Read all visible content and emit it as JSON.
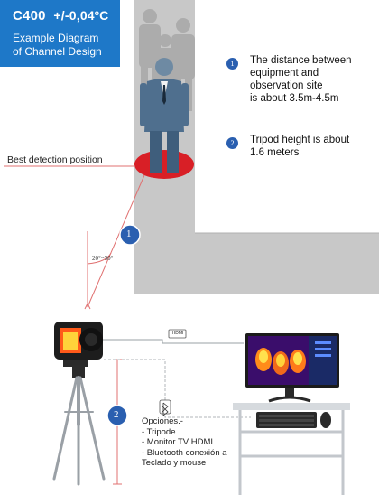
{
  "title": {
    "model": "C400",
    "accuracy": "+/-0,04ºC",
    "line1": "Example Diagram",
    "line2": "of Channel Design"
  },
  "notes": [
    {
      "number": "1",
      "lines": [
        "The distance between",
        "equipment and",
        "observation site",
        "is about 3.5m-4.5m"
      ]
    },
    {
      "number": "2",
      "lines": [
        "Tripod height is about",
        "1.6 meters"
      ]
    }
  ],
  "best_detection_label": "Best detection position",
  "angle_label": "20°~30°",
  "markers": {
    "distance": "1",
    "height": "2"
  },
  "hdmi_label": "HDMI",
  "options": {
    "title": "Opciones.-",
    "items": [
      "- Tripode",
      "- Monitor TV HDMI",
      "- Bluetooth conexión a",
      "Teclado y mouse"
    ]
  },
  "colors": {
    "title_bg": "#1e78c8",
    "marker_blue": "#2a5fb0",
    "detection_red": "#d81f26",
    "channel_gray": "#c8c8c8",
    "guide_red": "#e07070"
  }
}
